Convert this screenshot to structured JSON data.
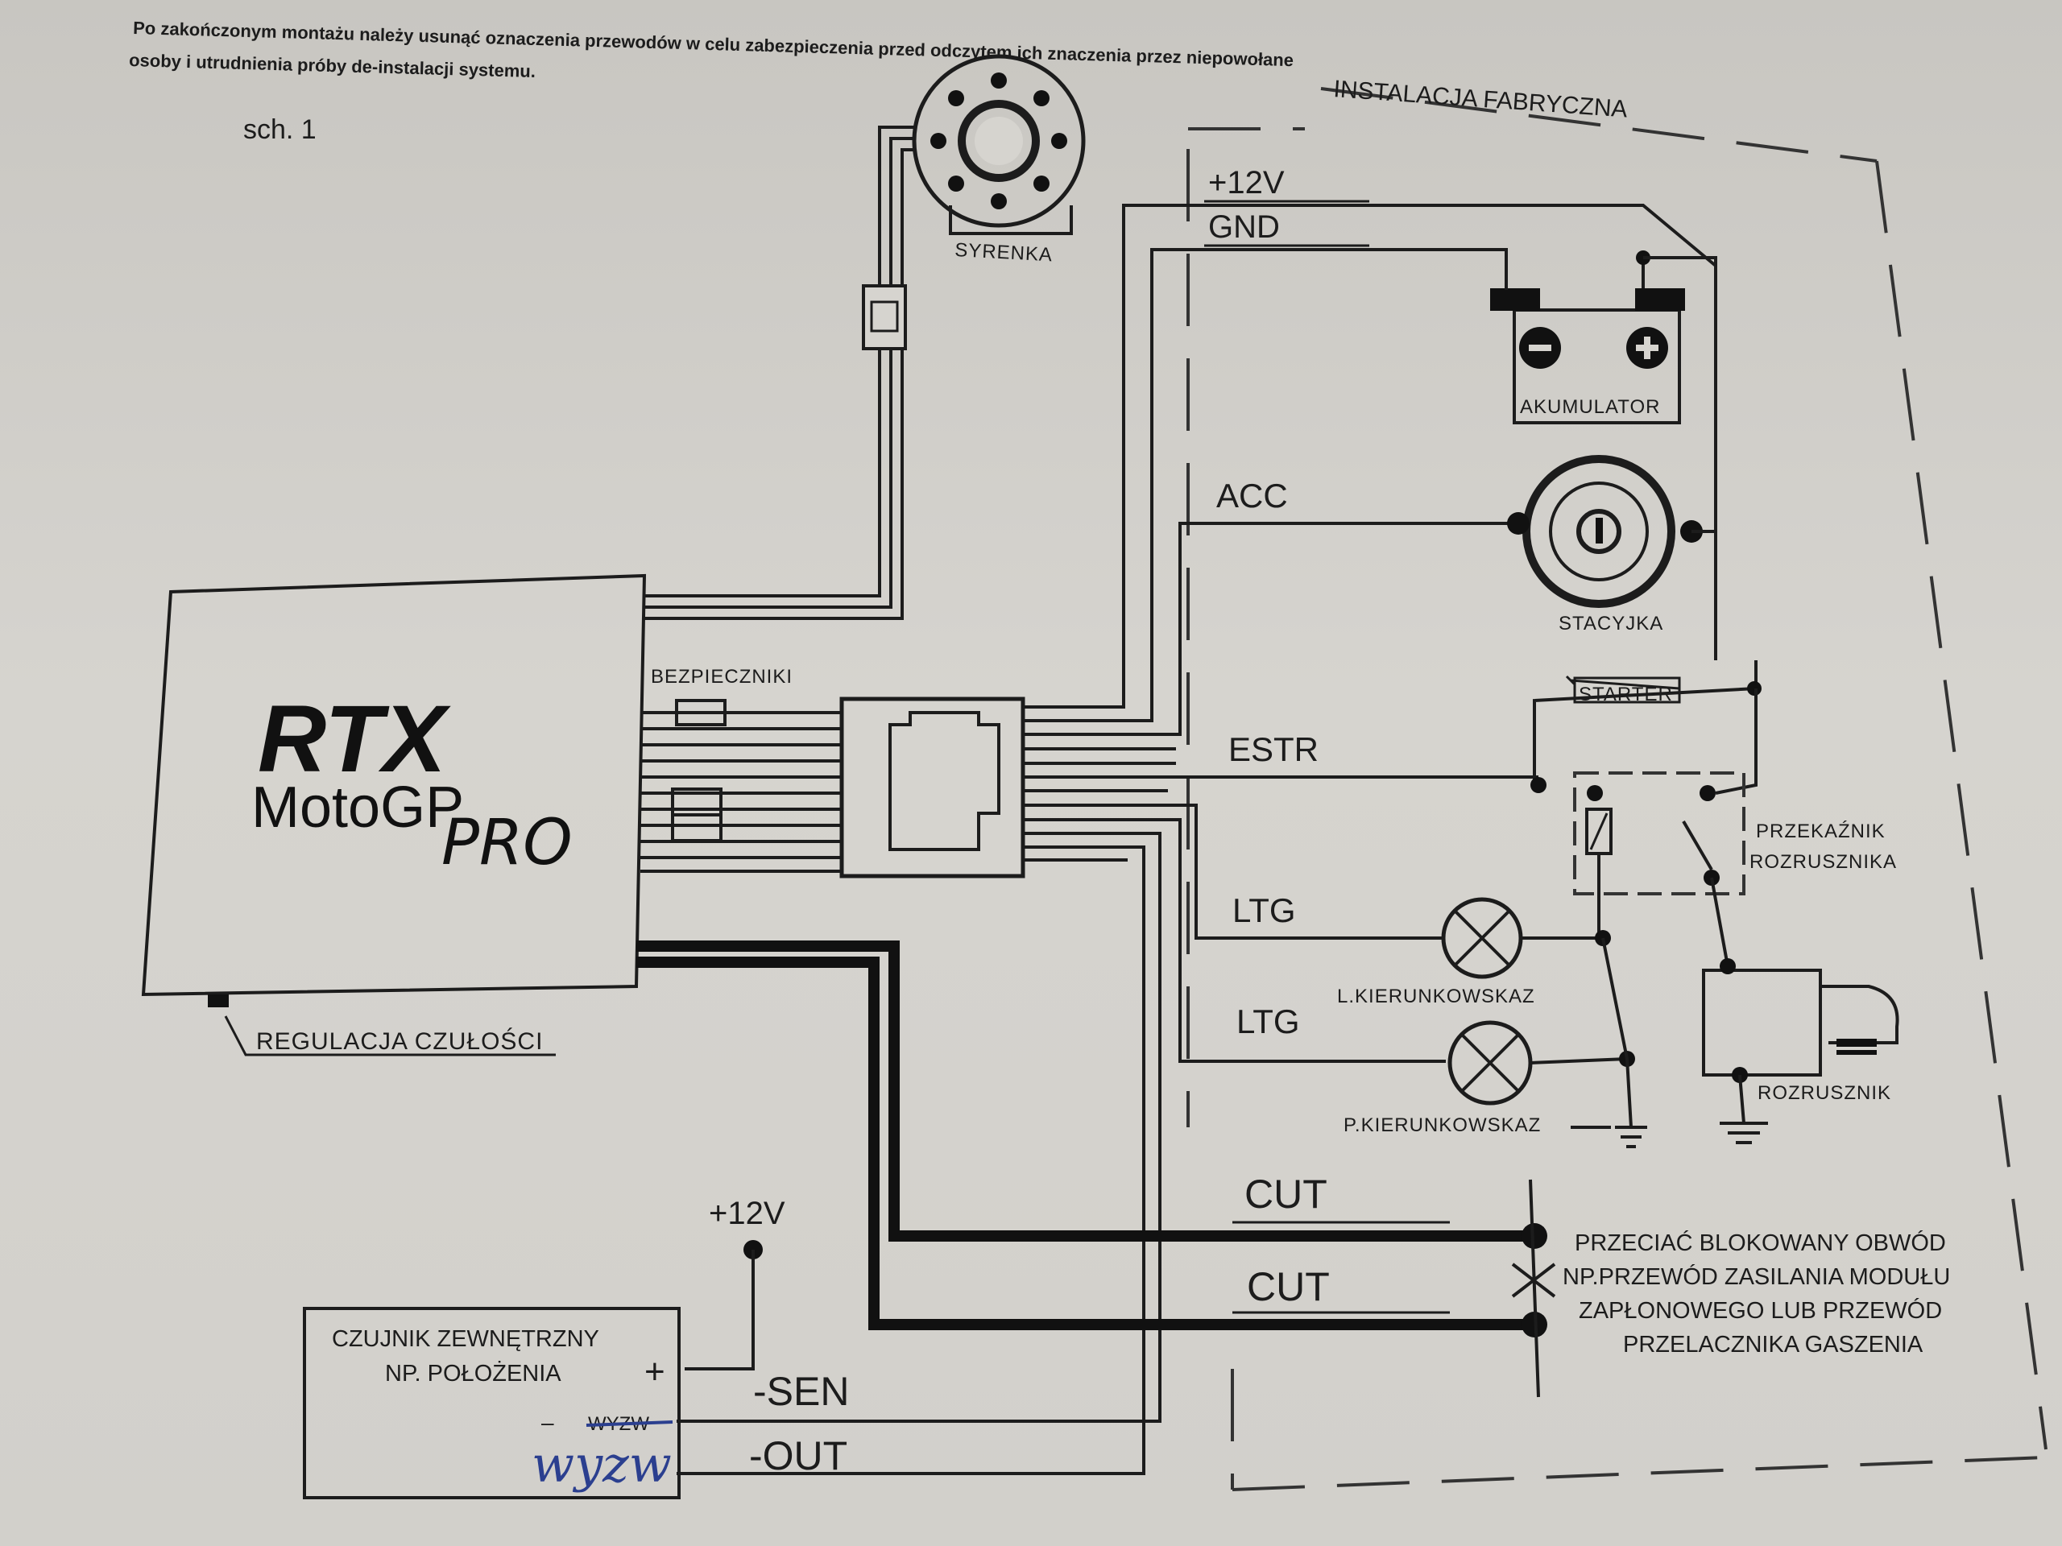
{
  "header_text": {
    "line1": "Po zakończonym montażu należy usunąć oznaczenia przewodów w celu zabezpieczenia przed odczytem ich znaczenia przez niepowołane",
    "line2": "osoby i utrudnienia próby de-instalacji systemu."
  },
  "scheme_label": "sch. 1",
  "factory_label": "INSTALACJA FABRYCZNA",
  "unit": {
    "brand": "RTX",
    "model": "MotoGP",
    "suffix": "PRO"
  },
  "labels": {
    "siren": "SYRENKA",
    "fuses": "BEZPIECZNIKI",
    "sensitivity": "REGULACJA CZUŁOŚCI",
    "battery": "AKUMULATOR",
    "ignition": "STACYJKA",
    "starter_switch": "STARTER",
    "relay": [
      "PRZEKAŹNIK",
      "ROZRUSZNIKA"
    ],
    "left_indicator": "L.KIERUNKOWSKAZ",
    "right_indicator": "P.KIERUNKOWSKAZ",
    "starter_motor": "ROZRUSZNIK",
    "external_sensor": [
      "CZUJNIK  ZEWNĘTRZNY",
      "NP. POŁOŻENIA"
    ],
    "sensor_plus": "+",
    "sensor_minus": "–",
    "sensor_struck": "WYZW",
    "handwritten": "wyzw",
    "battery_minus": "−",
    "battery_plus": "+"
  },
  "wires": {
    "v12": "+12V",
    "gnd": "GND",
    "acc": "ACC",
    "estr": "ESTR",
    "ltg1": "LTG",
    "ltg2": "LTG",
    "cut1": "CUT",
    "cut2": "CUT",
    "sensor_v12": "+12V",
    "sen": "-SEN",
    "out": "-OUT"
  },
  "cut_note": [
    "PRZECIAĆ  BLOKOWANY  OBWÓD",
    "NP.PRZEWÓD  ZASILANIA  MODUŁU",
    "ZAPŁONOWEGO  LUB  PRZEWÓD",
    "PRZELACZNIKA  GASZENIA"
  ]
}
